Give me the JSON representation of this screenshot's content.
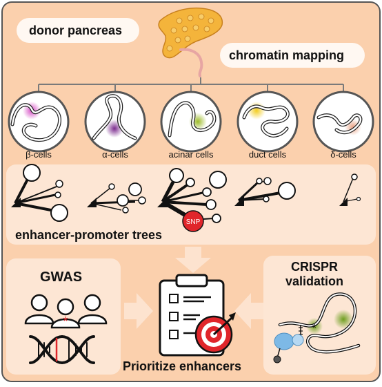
{
  "colors": {
    "frame": "#555555",
    "outer_bg": "#fbd0ad",
    "inner_panel": "#fde6d4",
    "pill_bg": "#fff8f2",
    "arrow": "#fde3cf",
    "beta_blob": "#d64bc4",
    "alpha_blob": "#7b2a8e",
    "acinar_blob": "#9dbb2a",
    "duct_blob": "#f2cc20",
    "delta_blob": "#e9a183",
    "snp_red": "#e0262b",
    "target_red": "#e0262b",
    "pancreas": "#f4b43b",
    "crispr_blue": "#7db9e6",
    "enhancer_green": "#88b046"
  },
  "labels": {
    "donor": "donor pancreas",
    "chromatin": "chromatin mapping",
    "tree_title": "enhancer-promoter trees",
    "snp": "SNP",
    "gwas": "GWAS",
    "crispr_line1": "CRISPR",
    "crispr_line2": "validation",
    "prioritize": "Prioritize enhancers"
  },
  "cell_types": [
    {
      "label": "β-cells"
    },
    {
      "label": "α-cells"
    },
    {
      "label": "acinar cells"
    },
    {
      "label": "duct cells"
    },
    {
      "label": "δ-cells"
    }
  ],
  "icons": {
    "pancreas": "pancreas-illustration",
    "people": "population-icon",
    "dna": "dna-helix-icon",
    "clipboard": "checklist-clipboard-icon",
    "target": "bullseye-target-icon",
    "crispr": "cas9-complex-icon"
  }
}
